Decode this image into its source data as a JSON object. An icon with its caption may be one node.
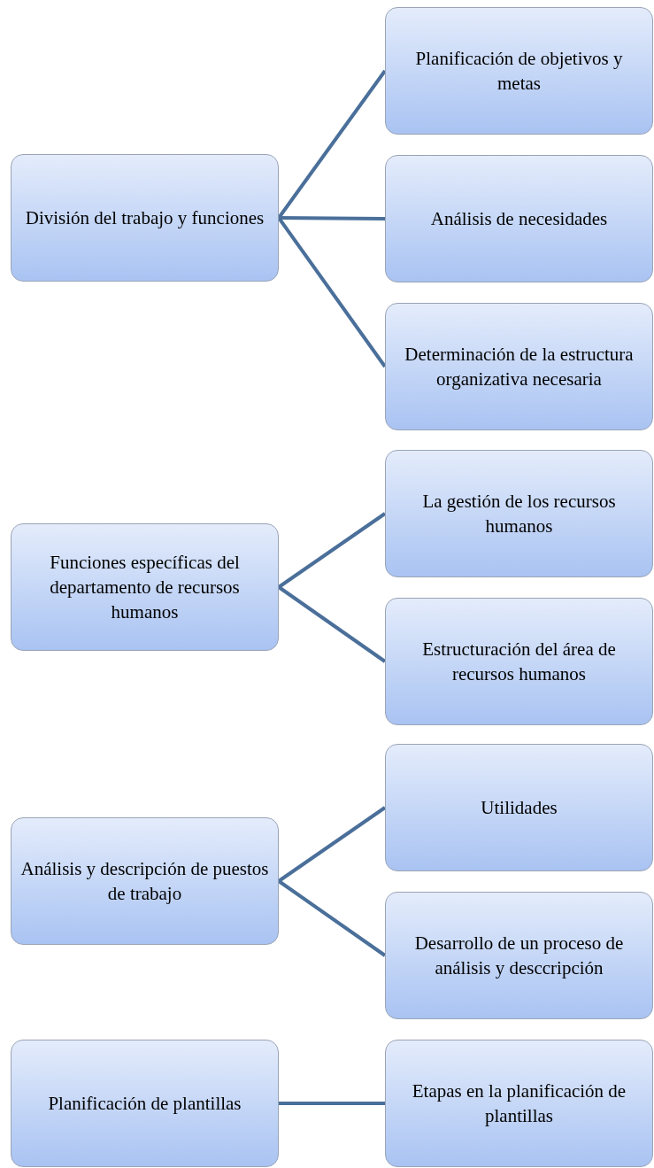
{
  "diagram": {
    "nodes": [
      {
        "text": [
          "División del trabajo y funciones"
        ]
      },
      {
        "text": [
          "Planificación de objetivos y metas"
        ]
      },
      {
        "text": [
          "Análisis de necesidades"
        ]
      },
      {
        "text": [
          "Determinación de la estructura organizativa necesaria"
        ]
      },
      {
        "text": [
          "Funciones específicas del departamento de recursos humanos"
        ]
      },
      {
        "text": [
          "La gestión de los recursos humanos"
        ]
      },
      {
        "text": [
          "Estructuración del área de recursos humanos"
        ]
      },
      {
        "text": [
          "Análisis y descripción de puestos de trabajo"
        ]
      },
      {
        "text": [
          "Utilidades"
        ]
      },
      {
        "text": [
          "Desarrollo de un proceso de análisis y desccripción"
        ]
      },
      {
        "text": [
          "Planificación de plantillas"
        ]
      },
      {
        "text": [
          "Etapas en la planificación de plantillas"
        ]
      }
    ],
    "edges": [
      {
        "from": 0,
        "to": 1,
        "arrow": "none"
      },
      {
        "from": 0,
        "to": 2,
        "arrow": "none"
      },
      {
        "from": 0,
        "to": 3,
        "arrow": "none"
      },
      {
        "from": 4,
        "to": 5,
        "arrow": "none"
      },
      {
        "from": 4,
        "to": 6,
        "arrow": "none"
      },
      {
        "from": 7,
        "to": 8,
        "arrow": "none"
      },
      {
        "from": 7,
        "to": 9,
        "arrow": "none"
      },
      {
        "from": 10,
        "to": 11,
        "arrow": "none"
      }
    ]
  }
}
